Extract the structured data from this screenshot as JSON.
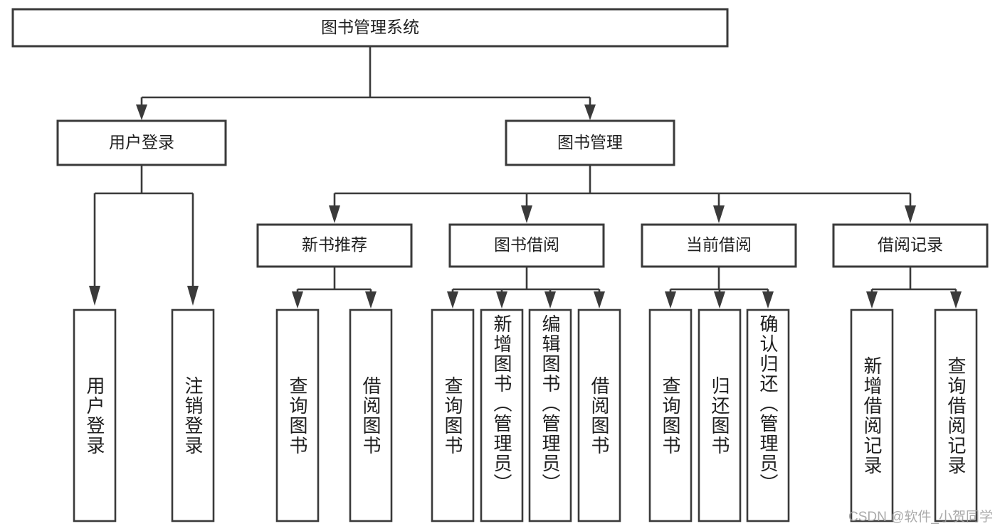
{
  "diagram": {
    "type": "tree-hierarchy",
    "title": "图书管理系统",
    "root": {
      "label": "图书管理系统"
    },
    "level2": [
      {
        "label": "用户登录"
      },
      {
        "label": "图书管理"
      }
    ],
    "level3": [
      {
        "label": "新书推荐"
      },
      {
        "label": "图书借阅"
      },
      {
        "label": "当前借阅"
      },
      {
        "label": "借阅记录"
      }
    ],
    "leaves": {
      "user_login": [
        {
          "label": "用户登录"
        },
        {
          "label": "注销登录"
        }
      ],
      "new_book_recommend": [
        {
          "label": "查询图书"
        },
        {
          "label": "借阅图书"
        }
      ],
      "book_borrow": [
        {
          "label": "查询图书"
        },
        {
          "label": "新增图书（管理员）"
        },
        {
          "label": "编辑图书（管理员）"
        },
        {
          "label": "借阅图书"
        }
      ],
      "current_borrow": [
        {
          "label": "查询图书"
        },
        {
          "label": "归还图书"
        },
        {
          "label": "确认归还（管理员）"
        }
      ],
      "borrow_record": [
        {
          "label": "新增借阅记录"
        },
        {
          "label": "查询借阅记录"
        }
      ]
    }
  },
  "watermark": {
    "text": "CSDN @软件_小贺同学"
  },
  "colors": {
    "stroke": "#3a3a3a",
    "fill": "#ffffff",
    "text": "#1f1f1f",
    "watermark": "#9c9c9c"
  }
}
